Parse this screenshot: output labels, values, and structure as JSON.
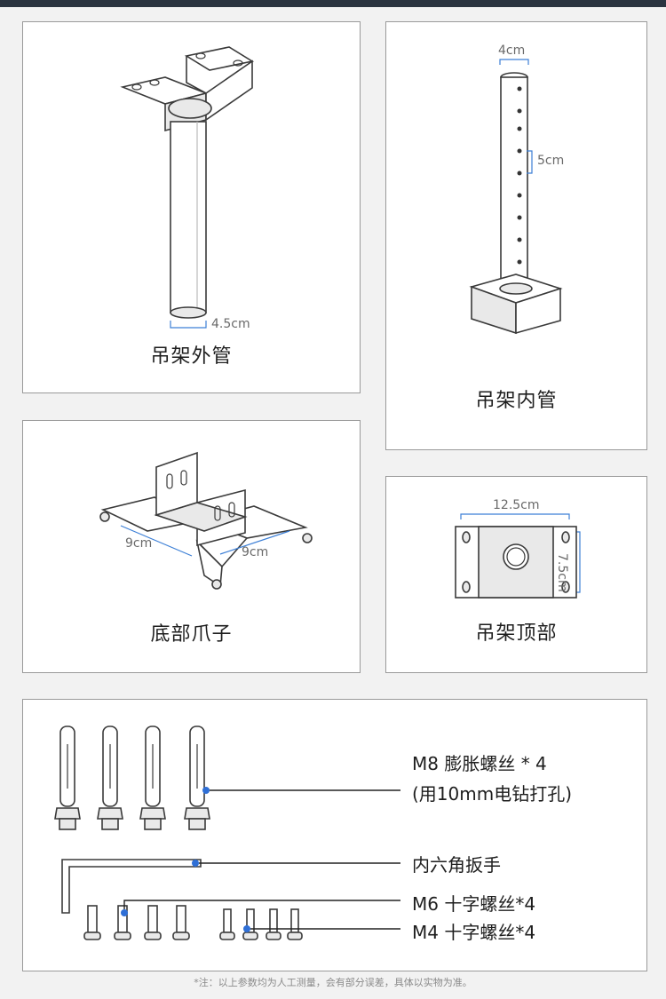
{
  "panels": {
    "outer_tube": {
      "caption": "吊架外管",
      "dim": "4.5cm",
      "icon": "outer-tube-icon"
    },
    "inner_tube": {
      "caption": "吊架内管",
      "dim_width": "4cm",
      "dim_spacing": "5cm",
      "icon": "inner-tube-icon"
    },
    "bottom_claw": {
      "caption": "底部爪子",
      "dim_a": "9cm",
      "dim_b": "9cm",
      "icon": "bottom-claw-icon"
    },
    "top_plate": {
      "caption": "吊架顶部",
      "dim_width": "12.5cm",
      "dim_height": "7.5cm",
      "icon": "top-plate-icon"
    }
  },
  "accessories": {
    "items": [
      {
        "label": "M8 膨胀螺丝 * 4",
        "icon": "expansion-bolt-icon"
      },
      {
        "label": "(用10mm电钻打孔)"
      },
      {
        "label": "内六角扳手",
        "icon": "hex-key-icon"
      },
      {
        "label": "M6 十字螺丝*4",
        "icon": "m6-screw-icon"
      },
      {
        "label": "M4 十字螺丝*4",
        "icon": "m4-screw-icon"
      }
    ]
  },
  "footnote": "*注：以上参数均为人工测量，会有部分误差，具体以实物为准。",
  "colors": {
    "accent": "#2f6fd6",
    "dimension": "#3c7fd6",
    "border": "#9a9a9a",
    "topbar": "#2b3440"
  }
}
